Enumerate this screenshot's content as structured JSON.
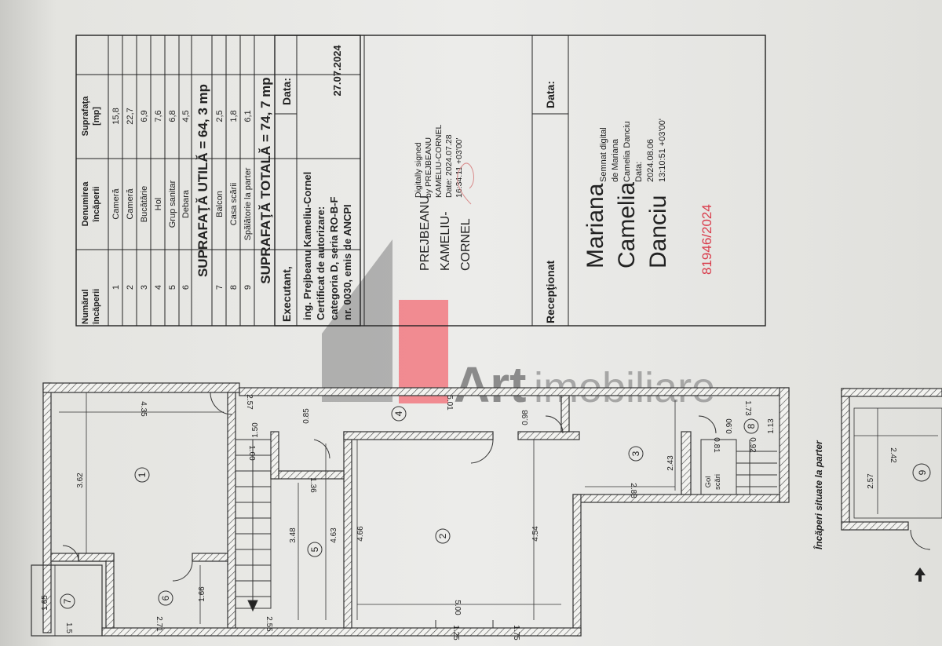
{
  "table": {
    "header_number": [
      "Numărul",
      "încăperii"
    ],
    "header_name": [
      "Denumirea",
      "încăperii"
    ],
    "header_area": [
      "Suprafaţa",
      "[mp]"
    ],
    "rooms": [
      {
        "nr": "1",
        "name": "Cameră",
        "area": "15,8"
      },
      {
        "nr": "2",
        "name": "Cameră",
        "area": "22,7"
      },
      {
        "nr": "3",
        "name": "Bucătărie",
        "area": "6,9"
      },
      {
        "nr": "4",
        "name": "Hol",
        "area": "7,6"
      },
      {
        "nr": "5",
        "name": "Grup sanitar",
        "area": "6,8"
      },
      {
        "nr": "6",
        "name": "Debara",
        "area": "4,5"
      }
    ],
    "useful_total": "SUPRAFAŢĂ UTILĂ = 64, 3 mp",
    "extra_rooms": [
      {
        "nr": "7",
        "name": "Balcon",
        "area": "2,5"
      },
      {
        "nr": "8",
        "name": "Casa scării",
        "area": "1,8"
      },
      {
        "nr": "9",
        "name": "Spălătorie la parter",
        "area": "6,1"
      }
    ],
    "grand_total": "SUPRAFAŢĂ TOTALĂ = 74, 7 mp"
  },
  "executant": {
    "label": "Executant,",
    "date_label": "Data:",
    "lines": [
      "ing. Prejbeanu Kameliu-Cornel",
      "Certificat de autorizare:",
      "categoria D, seria RO-B-F",
      "nr. 0030, emis de ANCPI"
    ],
    "date": "27.07.2024",
    "sig_name": [
      "PREJBEANU",
      "KAMELIU-",
      "CORNEL"
    ],
    "sig_details": [
      "Digitally signed",
      "by PREJBEANU",
      "KAMELIU-CORNEL",
      "Date: 2024.07.28",
      "16:34:11 +03'00'"
    ]
  },
  "receptionat": {
    "label": "Recepţionat",
    "date_label": "Data:",
    "sig_name": [
      "Mariana",
      "Camelia",
      "Danciu"
    ],
    "sig_details": [
      "Semnat digital",
      "de Mariana",
      "Camelia Danciu",
      "Data:",
      "2024.08.06",
      "13:10:51 +03'00'"
    ],
    "stamp_number": "81946/2024"
  },
  "watermark": {
    "text1": "Art",
    "text2": "imobiliare"
  },
  "plan": {
    "room_numbers": [
      "1",
      "2",
      "3",
      "4",
      "5",
      "6",
      "7",
      "8",
      "9"
    ],
    "dims": {
      "d435": "4.35",
      "d362": "3.62",
      "d257": "2.57",
      "d150": "1.50",
      "d085": "0.85",
      "d100": "1.00",
      "d136": "1.36",
      "d348": "3.48",
      "d463": "4.63",
      "d466": "4.66",
      "d501": "5.01",
      "d098": "0.98",
      "d454": "4.54",
      "d500": "5.00",
      "d125": "1.25",
      "d175": "1.75",
      "d243": "2.43",
      "d288": "2.88",
      "d173": "1.73",
      "d090": "0.90",
      "d113": "1.13",
      "d081": "0.81",
      "d092": "0.92",
      "d166": "1.66",
      "d271": "2.71",
      "d255": "2.55",
      "d165": "1.65",
      "d15": "1.5",
      "d242": "2.42",
      "d257b": "2.57"
    },
    "gol": [
      "Gol",
      "scări"
    ],
    "ground_note": "Încăperi situate la parter"
  }
}
